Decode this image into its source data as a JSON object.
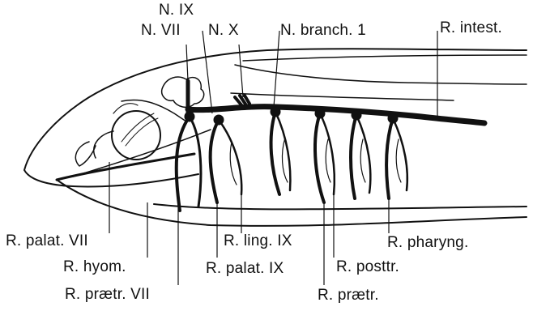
{
  "figure": {
    "ink": "#111111",
    "background": "#ffffff"
  },
  "labels": {
    "n_ix": "N. IX",
    "n_vii": "N. VII",
    "n_x": "N. X",
    "n_branch_1": "N. branch. 1",
    "r_intest": "R. intest.",
    "r_palat_vii": "R. palat. VII",
    "r_hyom": "R. hyom.",
    "r_praetr_vii": "R. prætr. VII",
    "r_ling_ix": "R. ling. IX",
    "r_palat_ix": "R. palat. IX",
    "r_praetr": "R. prætr.",
    "r_posttr": "R. posttr.",
    "r_pharyng": "R. pharyng."
  }
}
